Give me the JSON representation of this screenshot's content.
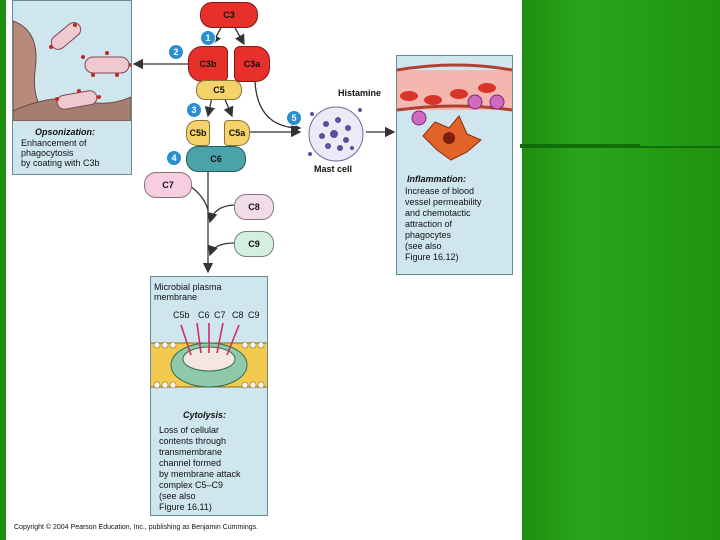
{
  "steps": [
    "1",
    "2",
    "3",
    "4",
    "5"
  ],
  "molecules": {
    "c3": "C3",
    "c3b": "C3b",
    "c3a": "C3a",
    "c5": "C5",
    "c5b": "C5b",
    "c5a": "C5a",
    "c6": "C6",
    "c7": "C7",
    "c8": "C8",
    "c9": "C9"
  },
  "opsonization": {
    "title": "Opsonization:",
    "lines": [
      "Enhancement of",
      "phagocytosis",
      "by coating with C3b"
    ]
  },
  "mast": {
    "histamine": "Histamine",
    "mast_cell": "Mast cell"
  },
  "inflammation": {
    "title": "Inflammation:",
    "lines": [
      "Increase of blood",
      "vessel permeability",
      "and chemotactic",
      "attraction of",
      "phagocytes",
      "(see also",
      "Figure 16.12)"
    ]
  },
  "membrane": {
    "label_lines": [
      "Microbial plasma",
      "membrane"
    ],
    "complex_labels": [
      "C5b",
      "C6",
      "C7",
      "C8",
      "C9"
    ]
  },
  "cytolysis": {
    "title": "Cytolysis:",
    "lines": [
      "Loss of cellular",
      "contents through",
      "transmembrane",
      "channel formed",
      "by membrane attack",
      "complex C5–C9",
      "(see also",
      "Figure 16.11)"
    ]
  },
  "copyright": "Copyright © 2004 Pearson Education, Inc., publishing as Benjamin Cummings.",
  "colors": {
    "green": "#1f930f",
    "panel": "#cfe6ee",
    "c3": "#e8302a",
    "c5": "#f5d36a",
    "c6": "#4aa3a8",
    "c7": "#f7cde0",
    "c8": "#f2dcea",
    "c9": "#d4efe2"
  }
}
